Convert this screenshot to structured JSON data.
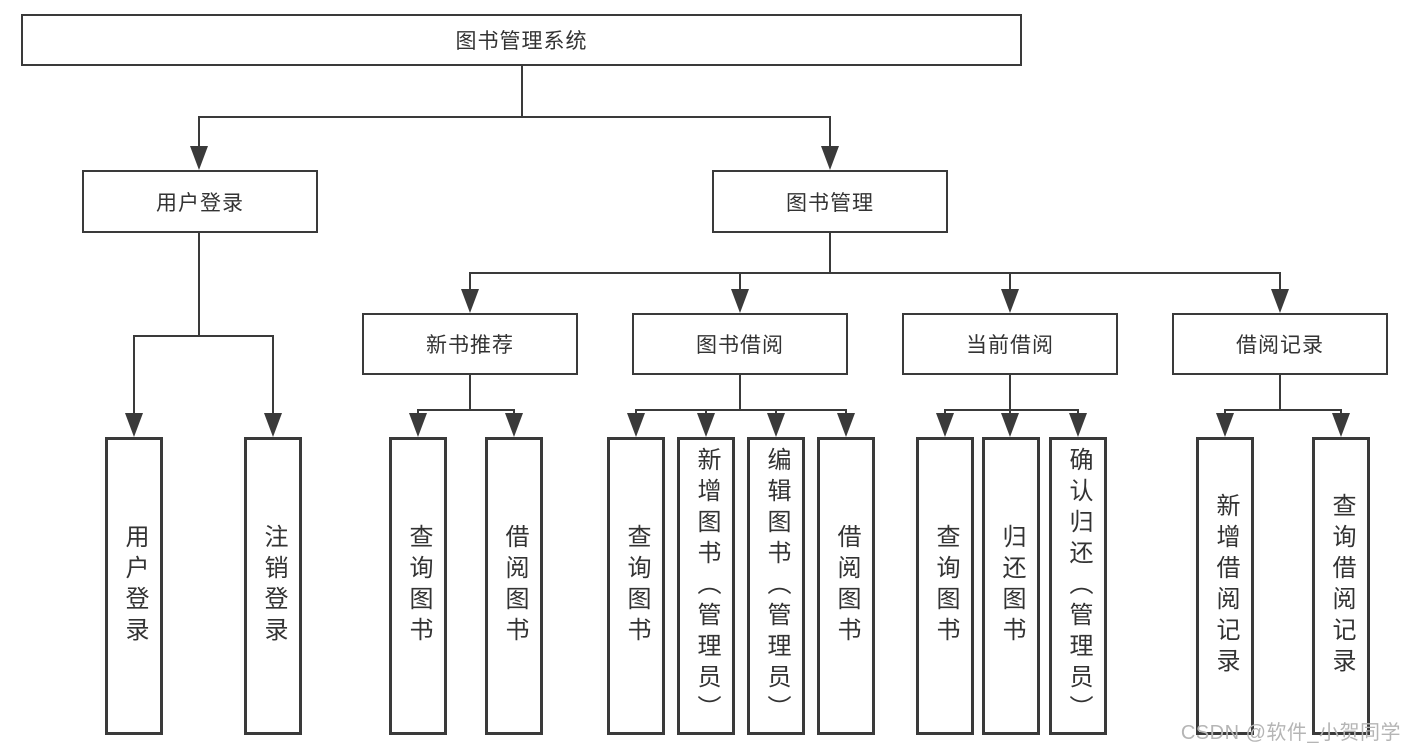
{
  "diagram": {
    "root": {
      "label": "图书管理系统"
    },
    "level2": [
      {
        "label": "用户登录"
      },
      {
        "label": "图书管理"
      }
    ],
    "level3": [
      {
        "label": "新书推荐"
      },
      {
        "label": "图书借阅"
      },
      {
        "label": "当前借阅"
      },
      {
        "label": "借阅记录"
      }
    ],
    "leaves": {
      "user_login": [
        {
          "label": "用户登录"
        },
        {
          "label": "注销登录"
        }
      ],
      "new_book_recommend": [
        {
          "label": "查询图书"
        },
        {
          "label": "借阅图书"
        }
      ],
      "book_borrow": [
        {
          "label": "查询图书"
        },
        {
          "label": "新增图书（管理员）"
        },
        {
          "label": "编辑图书（管理员）"
        },
        {
          "label": "借阅图书"
        }
      ],
      "current_borrow": [
        {
          "label": "查询图书"
        },
        {
          "label": "归还图书"
        },
        {
          "label": "确认归还（管理员）"
        }
      ],
      "borrow_record": [
        {
          "label": "新增借阅记录"
        },
        {
          "label": "查询借阅记录"
        }
      ]
    }
  },
  "watermark": {
    "text": "CSDN @软件_小贺同学"
  },
  "colors": {
    "line": "#3a3a3a",
    "text": "#333333",
    "box_background": "#ffffff",
    "page_background": "#ffffff",
    "watermark": "#b5b5b5"
  }
}
